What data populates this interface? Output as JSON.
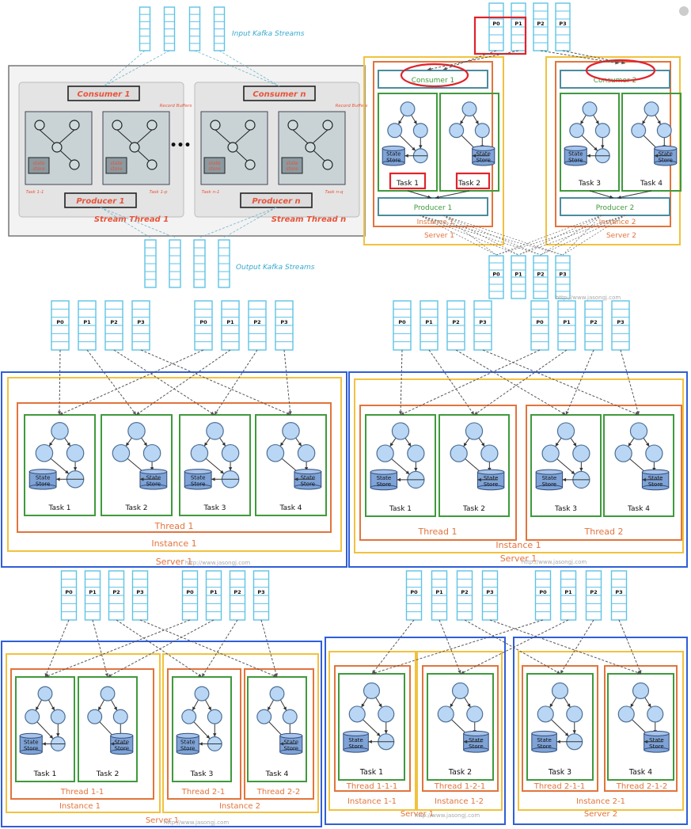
{
  "colors": {
    "partition": "#5ec3e6",
    "server_blue": "#2f5fd8",
    "instance_yellow": "#f2c23e",
    "thread_orange": "#e2743c",
    "task_green": "#3f9a3c",
    "node_fill": "#b9d7f5",
    "node_stroke": "#4d6f96",
    "highlight_red": "#e0232b",
    "consumer_teal": "#4b8c9e",
    "sketch_title": "#e8543a",
    "sketch_label": "#36a9cf"
  },
  "icons": {
    "corner": "circle-icon"
  },
  "sketch": {
    "input_label": "Input Kafka Streams",
    "output_label": "Output Kafka Streams",
    "consumer_1": "Consumer 1",
    "consumer_n": "Consumer n",
    "producer_1": "Producer 1",
    "producer_n": "Producer n",
    "thread_1": "Stream Thread 1",
    "thread_n": "Stream Thread n",
    "record_buffers": "Record Buffers",
    "ellipsis": "•••",
    "state_store": [
      "state",
      "store"
    ],
    "tasks": [
      "Task 1-1",
      "Task 1-p",
      "Task n-1",
      "Task n-q"
    ]
  },
  "partitions": [
    "P0",
    "P1",
    "P2",
    "P3"
  ],
  "state_store": [
    "State",
    "Store"
  ],
  "watermark": "http://www.jasongj.com",
  "panel_a": {
    "consumer_1": "Consumer 1",
    "consumer_2": "Consumer 2",
    "producer_1": "Producer 1",
    "producer_2": "Producer 2",
    "instance_1": "Instance 1",
    "instance_2": "Instance 2",
    "server_1": "Server 1",
    "server_2": "Server 2",
    "tasks": [
      "Task 1",
      "Task 2",
      "Task 3",
      "Task 4"
    ]
  },
  "panel_b": {
    "tasks": [
      "Task 1",
      "Task 2",
      "Task 3",
      "Task 4"
    ],
    "thread": "Thread 1",
    "instance": "Instance 1",
    "server": "Server 1"
  },
  "panel_c": {
    "tasks": [
      "Task 1",
      "Task 2",
      "Task 3",
      "Task 4"
    ],
    "thread_1": "Thread 1",
    "thread_2": "Thread 2",
    "instance": "Instance 1",
    "server": "Server 1"
  },
  "panel_d": {
    "tasks": [
      "Task 1",
      "Task 2",
      "Task 3",
      "Task 4"
    ],
    "thread_1_1": "Thread 1-1",
    "thread_2_1": "Thread 2-1",
    "thread_2_2": "Thread 2-2",
    "instance_1": "Instance 1",
    "instance_2": "Instance 2",
    "server": "Server 1"
  },
  "panel_e": {
    "tasks": [
      "Task 1",
      "Task 2",
      "Task 3",
      "Task 4"
    ],
    "threads": [
      "Thread 1-1-1",
      "Thread 1-2-1",
      "Thread 2-1-1",
      "Thread 2-1-2"
    ],
    "instances": [
      "Instance 1-1",
      "Instance 1-2",
      "Instance 2-1"
    ],
    "server_1": "Server 1",
    "server_2": "Server 2"
  }
}
